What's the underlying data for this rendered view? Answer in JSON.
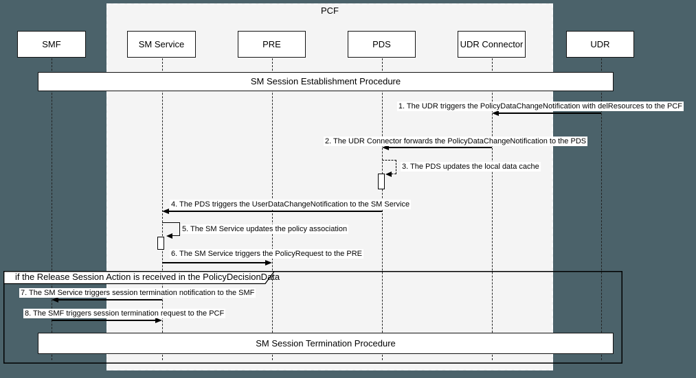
{
  "colors": {
    "canvas_background": "#4b626a",
    "pcf_fill": "#f4f4f4",
    "pcf_border": "#ffffff",
    "box_fill": "#ffffff",
    "line_color": "#000000"
  },
  "pcf": {
    "label": "PCF"
  },
  "participants": [
    {
      "label": "SMF"
    },
    {
      "label": "SM Service"
    },
    {
      "label": "PRE"
    },
    {
      "label": "PDS"
    },
    {
      "label": "UDR Connector"
    },
    {
      "label": "UDR"
    }
  ],
  "procedures": {
    "establishment": "SM Session Establishment Procedure",
    "termination": "SM Session Termination Procedure"
  },
  "fragment": {
    "condition": "if the Release Session Action is received in the PolicyDecisionData"
  },
  "messages": [
    {
      "text": "1. The UDR triggers the PolicyDataChangeNotification with delResources to the PCF",
      "from": "UDR",
      "to": "UDR Connector"
    },
    {
      "text": "2. The UDR Connector forwards the PolicyDataChangeNotification to the PDS",
      "from": "UDR Connector",
      "to": "PDS"
    },
    {
      "text": "3. The PDS updates the local data cache",
      "from": "PDS",
      "to": "PDS"
    },
    {
      "text": "4. The PDS triggers the UserDataChangeNotification to the SM Service",
      "from": "PDS",
      "to": "SM Service"
    },
    {
      "text": "5. The SM Service updates the policy association",
      "from": "SM Service",
      "to": "SM Service"
    },
    {
      "text": "6. The SM Service triggers the PolicyRequest to the PRE",
      "from": "SM Service",
      "to": "PRE"
    },
    {
      "text": "7. The SM Service triggers session termination notification to the SMF",
      "from": "SM Service",
      "to": "SMF"
    },
    {
      "text": "8. The SMF triggers session termination request to the PCF",
      "from": "SMF",
      "to": "SM Service"
    }
  ]
}
